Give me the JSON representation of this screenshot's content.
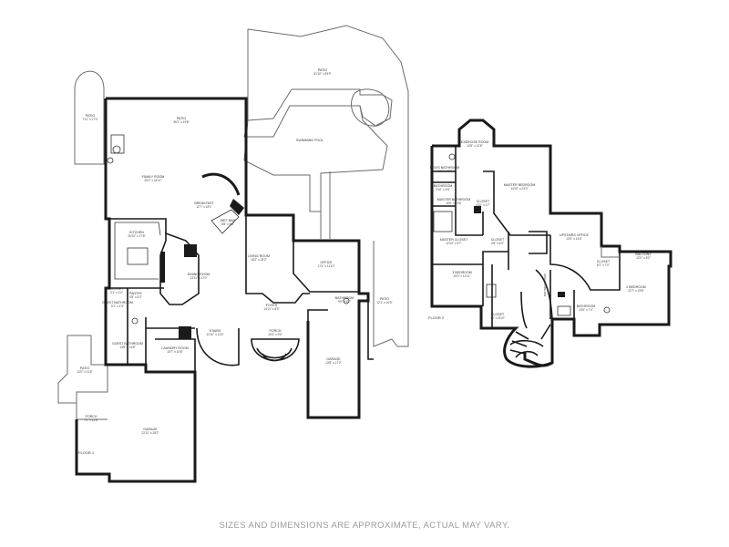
{
  "rooms": {
    "patio_top": {
      "name": "PATIO",
      "dim": "61'10\" x 59'9\""
    },
    "patio_left": {
      "name": "PATIO",
      "dim": "7'11\" x 17'0\""
    },
    "patio_mid": {
      "name": "PATIO",
      "dim": "36'1\" x 19'8\""
    },
    "swimming_pool": {
      "name": "SWIMMING POOL",
      "dim": ""
    },
    "family_room": {
      "name": "FAMILY ROOM",
      "dim": "25'2\" x 24'11\""
    },
    "breakfast": {
      "name": "BREAKFAST",
      "dim": "12'7\" x 18'1\""
    },
    "wet_bar": {
      "name": "WET BAR",
      "dim": "8'8\" x 6'6\""
    },
    "kitchen": {
      "name": "KITCHEN",
      "dim": "26'10\" x 17'8\""
    },
    "living_room": {
      "name": "LIVING ROOM",
      "dim": "18'2\" x 28'2\""
    },
    "dining_room": {
      "name": "DINING ROOM",
      "dim": "13'11\" x 17'0\""
    },
    "office": {
      "name": "OFFICE",
      "dim": "17'4\" x 11'10\""
    },
    "bathroom_f1": {
      "name": "BATHROOM",
      "dim": "9'0\" x 6'7\""
    },
    "patio_right": {
      "name": "PATIO",
      "dim": "12'1\" x 10'9\""
    },
    "foyer": {
      "name": "FOYER",
      "dim": "14'11\" x 8'9\""
    },
    "porch_front": {
      "name": "PORCH",
      "dim": "15'3\" x 9'0\""
    },
    "stairs": {
      "name": "STAIRS",
      "dim": "12'10\" x 11'5\""
    },
    "pantry": {
      "name": "PANTRY",
      "dim": "4'5\" x 4'2\""
    },
    "guest_bathroom_small": {
      "name": "GUEST BATHROOM",
      "dim": "5'1\" x 4'3\""
    },
    "closet_small": {
      "name": "CLOSET",
      "dim": "3'1\" x 2'2\""
    },
    "guest_bathroom": {
      "name": "GUEST BATHROOM",
      "dim": "13'8\" x 14'8\""
    },
    "laundry_room": {
      "name": "LAUNDRY ROOM",
      "dim": "10'7\" x 10'8\""
    },
    "patio_lower_left": {
      "name": "PATIO",
      "dim": "12'0\" x 11'8\""
    },
    "porch_left": {
      "name": "PORCH",
      "dim": "7'0\" x 12'8\""
    },
    "garage_main": {
      "name": "GARAGE",
      "dim": "22'11\" x 28'2\""
    },
    "garage_right": {
      "name": "GARAGE",
      "dim": "13'8\" x 17'2\""
    },
    "exercise_room": {
      "name": "EXERCISE ROOM",
      "dim": "10'8\" x 12'8\""
    },
    "mens_bathroom": {
      "name": "MEN'S BATHROOM",
      "dim": "8'10\" x 8'8\""
    },
    "master_bedroom": {
      "name": "MASTER BEDROOM",
      "dim": "14'10\" x 23'3\""
    },
    "bathroom_closet": {
      "name": "BATHROOM",
      "dim": "3'10\" x 4'6\""
    },
    "master_bathroom": {
      "name": "MASTER BATHROOM",
      "dim": "16'0\" x 13'6\""
    },
    "hall_closet": {
      "name": "CLOSET",
      "dim": "4'10\" x 4'7\""
    },
    "master_closet": {
      "name": "MASTER CLOSET",
      "dim": "12'10\" x 9'7\""
    },
    "closet_upper": {
      "name": "CLOSET",
      "dim": "4'8\" x 5'5\""
    },
    "upstairs_office": {
      "name": "UPSTAIRS OFFICE",
      "dim": "13'4\" x 14'6\""
    },
    "balcony": {
      "name": "BALCONY",
      "dim": "12'0\" x 8'2\""
    },
    "closet_bedroom2": {
      "name": "CLOSET",
      "dim": "8'7\" x 7'0\""
    },
    "bedroom3": {
      "name": "3 BEDROOM",
      "dim": "20'0\" x 12'11\""
    },
    "bedroom2": {
      "name": "2 BEDROOM",
      "dim": "22'7\" x 19'5\""
    },
    "bathroom_f2": {
      "name": "BATHROOM",
      "dim": "10'5\" x 7'4\""
    },
    "closet_lower": {
      "name": "CLOSET",
      "dim": "7'0\" x 8'10\""
    }
  },
  "open_to_below": "OPEN TO BELOW",
  "floor1": "FLOOR 1",
  "floor2": "FLOOR 2",
  "disclaimer": "SIZES AND DIMENSIONS ARE APPROXIMATE, ACTUAL MAY VARY."
}
